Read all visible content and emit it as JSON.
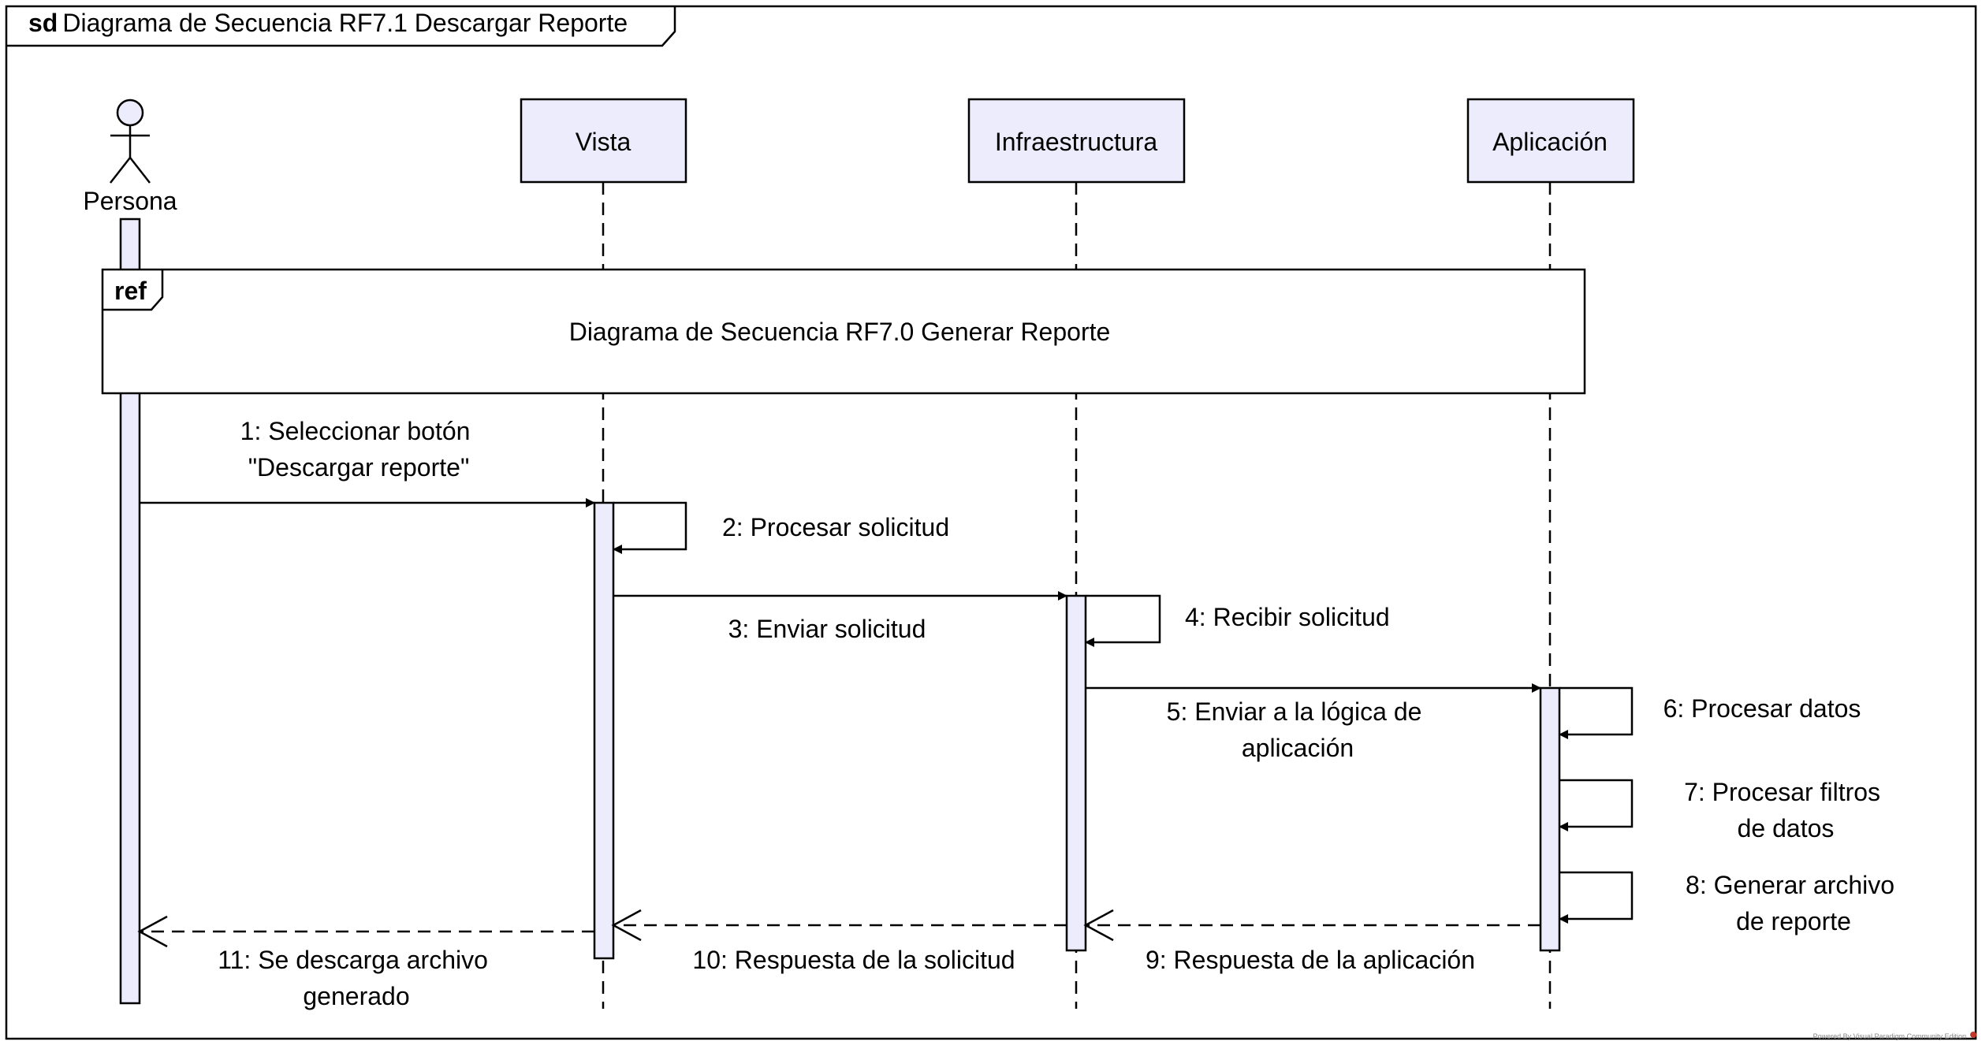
{
  "frame": {
    "keyword": "sd",
    "title": "Diagrama de Secuencia RF7.1 Descargar Reporte"
  },
  "actor": {
    "label": "Persona"
  },
  "lifelines": [
    {
      "id": "vista",
      "label": "Vista"
    },
    {
      "id": "infra",
      "label": "Infraestructura"
    },
    {
      "id": "app",
      "label": "Aplicación"
    }
  ],
  "ref": {
    "keyword": "ref",
    "label": "Diagrama de Secuencia RF7.0 Generar Reporte"
  },
  "messages": [
    {
      "lines": [
        "1: Seleccionar botón",
        "\"Descargar reporte\""
      ],
      "type": "sync"
    },
    {
      "lines": [
        "2: Procesar solicitud"
      ],
      "type": "self"
    },
    {
      "lines": [
        "3: Enviar solicitud"
      ],
      "type": "sync"
    },
    {
      "lines": [
        "4: Recibir solicitud"
      ],
      "type": "self"
    },
    {
      "lines": [
        "5: Enviar a la lógica de",
        "aplicación"
      ],
      "type": "sync"
    },
    {
      "lines": [
        "6: Procesar datos"
      ],
      "type": "self"
    },
    {
      "lines": [
        "7: Procesar filtros",
        "de datos"
      ],
      "type": "self"
    },
    {
      "lines": [
        "8: Generar archivo",
        "de reporte"
      ],
      "type": "self"
    },
    {
      "lines": [
        "9: Respuesta de la aplicación"
      ],
      "type": "return"
    },
    {
      "lines": [
        "10: Respuesta de la solicitud"
      ],
      "type": "return"
    },
    {
      "lines": [
        "11: Se descarga archivo",
        "generado"
      ],
      "type": "return"
    }
  ],
  "watermark": "Powered By  Visual Paradigm Community Edition"
}
